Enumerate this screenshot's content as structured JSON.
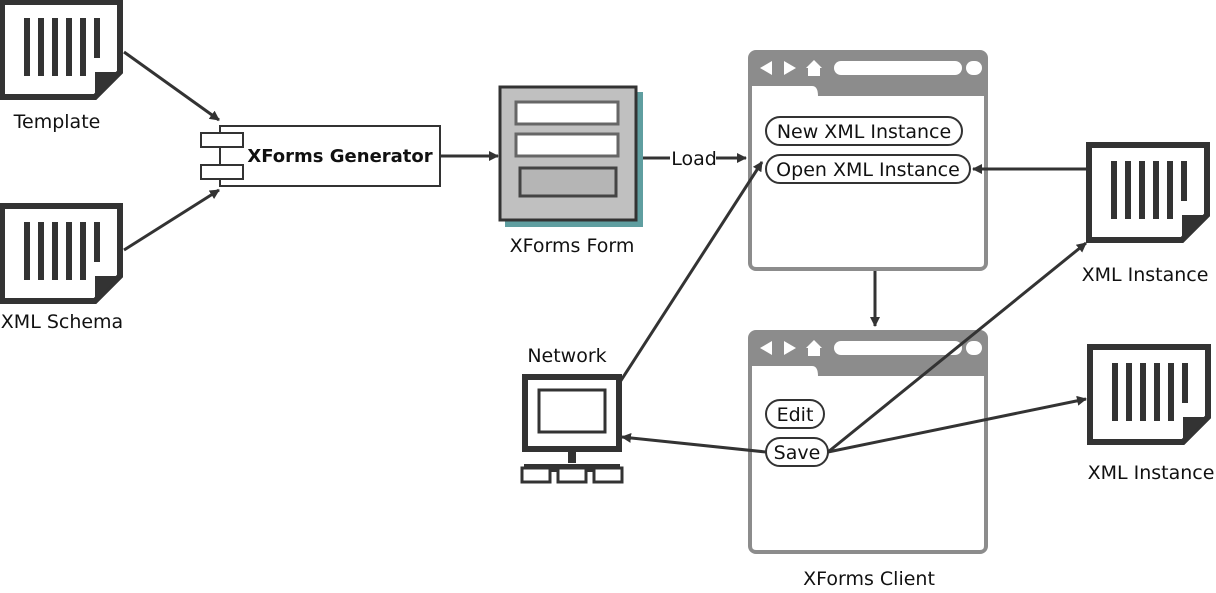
{
  "labels": {
    "template": "Template",
    "xml_schema": "XML Schema",
    "generator": "XForms Generator",
    "form": "XForms Form",
    "load": "Load",
    "network": "Network",
    "xml_instance_1": "XML Instance",
    "xml_instance_2": "XML Instance",
    "client": "XForms Client"
  },
  "browser_top": {
    "buttons": [
      "New XML Instance",
      "Open XML Instance"
    ]
  },
  "browser_bottom": {
    "buttons": [
      "Edit",
      "Save"
    ]
  },
  "colors": {
    "ink": "#333333",
    "frame_gray": "#8c8c8c",
    "light_gray": "#e6e6e6",
    "teal_shadow": "#5f9ea0",
    "form_bg": "#c0c0c0"
  }
}
